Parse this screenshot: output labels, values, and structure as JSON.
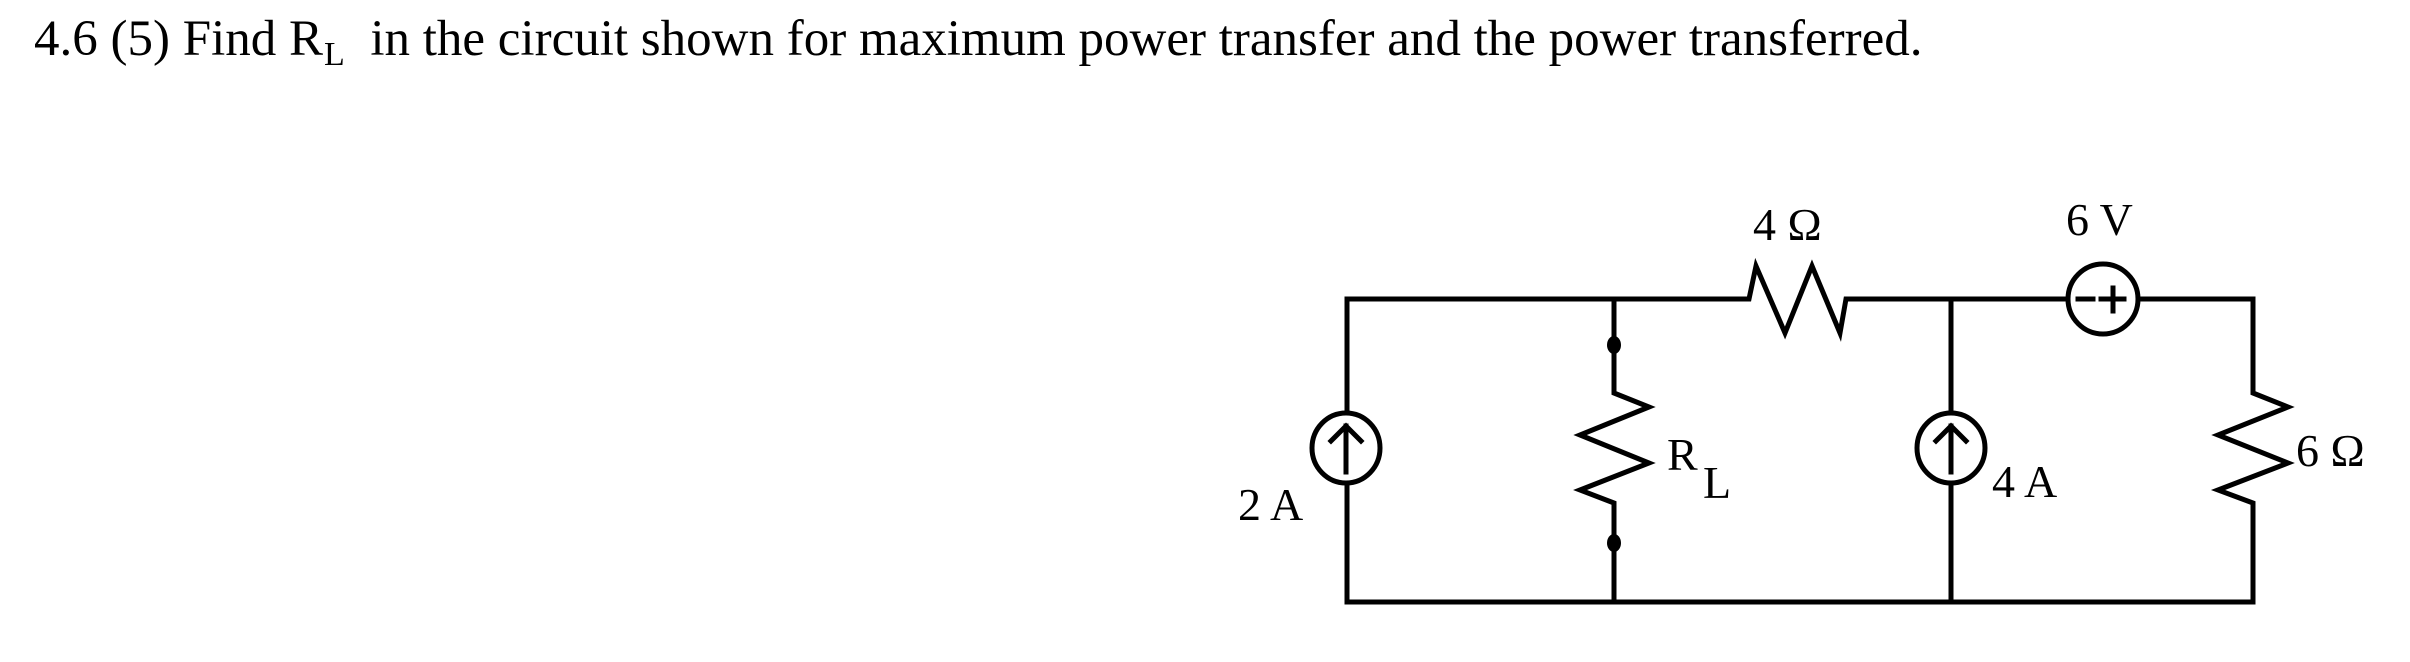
{
  "problem": {
    "number": "4.6",
    "points": "(5)",
    "text_before": "Find R",
    "subscript": "L",
    "text_after": "in the circuit shown for maximum power transfer and the power transferred."
  },
  "circuit": {
    "sources": [
      {
        "id": "current-source-left",
        "type": "current",
        "value": "2 A",
        "direction": "up"
      },
      {
        "id": "current-source-middle",
        "type": "current",
        "value": "4 A",
        "direction": "up"
      },
      {
        "id": "voltage-source",
        "type": "voltage",
        "value": "6 V",
        "polarity": "- +"
      }
    ],
    "resistors": [
      {
        "id": "load-resistor",
        "label": "R",
        "subscript": "L"
      },
      {
        "id": "resistor-4",
        "value": "4 Ω"
      },
      {
        "id": "resistor-6",
        "value": "6 Ω"
      }
    ],
    "labels": {
      "source_left": "2 A",
      "source_middle": "4 A",
      "source_voltage": "6 V",
      "res_series": "4 Ω",
      "res_right": "6 Ω",
      "res_load_main": "R",
      "res_load_sub": "L"
    }
  }
}
